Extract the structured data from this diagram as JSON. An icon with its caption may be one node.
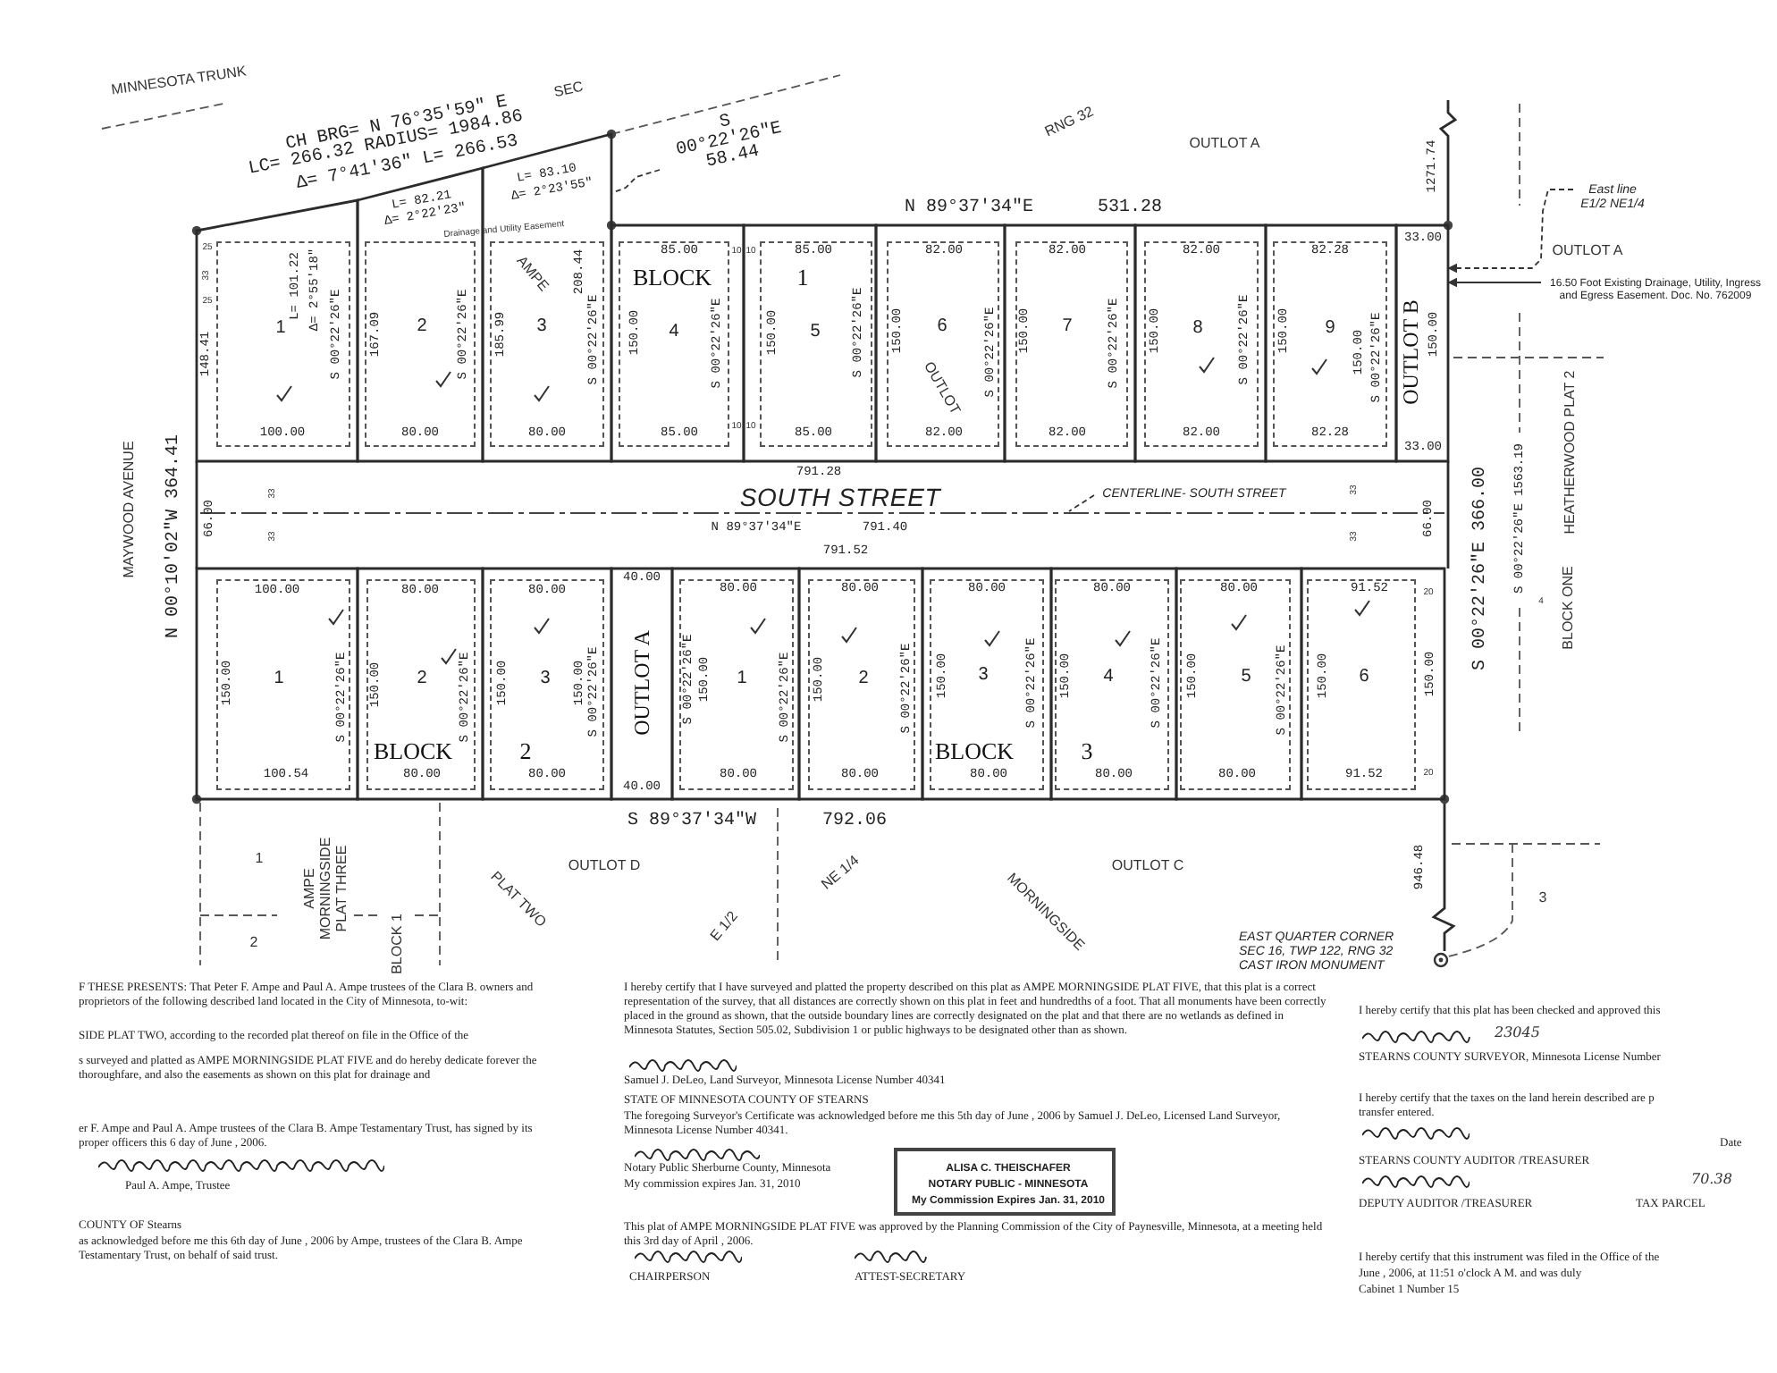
{
  "diagram": {
    "nodes": [
      {
        "text": [
          "1",
          "L= 101.22",
          "Δ= 2°55'18\"",
          "148.41",
          "S 00°22'26\"E",
          "100.00"
        ]
      },
      {
        "text": [
          "2",
          "167.09",
          "S 00°22'26\"E",
          "80.00"
        ]
      },
      {
        "text": [
          "3",
          "185.99",
          "208.44",
          "S 00°22'26\"E",
          "80.00"
        ]
      },
      {
        "text": [
          "85.00",
          "BLOCK",
          "4",
          "150.00",
          "S 00°22'26\"E",
          "85.00"
        ]
      },
      {
        "text": [
          "85.00",
          "1",
          "5",
          "150.00",
          "S 00°22'26\"E",
          "85.00"
        ]
      },
      {
        "text": [
          "82.00",
          "6",
          "150.00",
          "OUTLOT",
          "S 00°22'26\"E",
          "82.00"
        ]
      },
      {
        "text": [
          "82.00",
          "7",
          "150.00",
          "S 00°22'26\"E",
          "82.00"
        ]
      },
      {
        "text": [
          "82.00",
          "8",
          "150.00",
          "S 00°22'26\"E",
          "82.00"
        ]
      },
      {
        "text": [
          "82.28",
          "9",
          "150.00",
          "150.00",
          "S 00°22'26\"E",
          "82.28"
        ]
      },
      {
        "text": [
          "33.00",
          "OUTLOT B",
          "150.00",
          "33.00"
        ]
      },
      {
        "text": [
          "100.00",
          "1",
          "150.00",
          "S 00°22'26\"E",
          "100.54"
        ]
      },
      {
        "text": [
          "80.00",
          "2",
          "150.00",
          "S 00°22'26\"E",
          "BLOCK",
          "80.00"
        ]
      },
      {
        "text": [
          "80.00",
          "3",
          "150.00",
          "150.00",
          "S 00°22'26\"E",
          "2",
          "80.00"
        ]
      },
      {
        "text": [
          "40.00",
          "OUTLOT A",
          "40.00"
        ]
      },
      {
        "text": [
          "80.00",
          "S 00°22'26\"E",
          "150.00",
          "1",
          "S 00°22'26\"E",
          "80.00"
        ]
      },
      {
        "text": [
          "80.00",
          "150.00",
          "2",
          "S 00°22'26\"E",
          "80.00"
        ]
      },
      {
        "text": [
          "80.00",
          "150.00",
          "3",
          "S 00°22'26\"E",
          "BLOCK",
          "80.00"
        ]
      },
      {
        "text": [
          "80.00",
          "150.00",
          "4",
          "S 00°22'26\"E",
          "3",
          "80.00"
        ]
      },
      {
        "text": [
          "80.00",
          "150.00",
          "5",
          "S 00°22'26\"E",
          "80.00"
        ]
      },
      {
        "text": [
          "91.52",
          "150.00",
          "6",
          "150.00",
          "91.52"
        ]
      },
      {
        "text": [
          "CENTERLINE- SOUTH STREET"
        ]
      },
      {
        "text": [
          "East line E1/2 NE1/4"
        ]
      },
      {
        "text": [
          "16.50 Foot Existing Drainage, Utility, Ingress and Egress Easement. Doc. No. 762009"
        ]
      },
      {
        "text": [
          "S 00°22'26\"E 58.44"
        ]
      },
      {
        "text": [
          "ALISA C. THEISCHAFER",
          "NOTARY PUBLIC - MINNESOTA",
          "My Commission Expires Jan. 31, 2010"
        ]
      }
    ],
    "edges": [
      {
        "from": 20,
        "to": null,
        "arrow": "none",
        "style": "dashed"
      },
      {
        "from": 21,
        "to": 9,
        "arrow": "to",
        "style": "dashed"
      },
      {
        "from": 22,
        "to": 9,
        "arrow": "to"
      },
      {
        "from": 23,
        "to": 2,
        "arrow": "none",
        "style": "dashed"
      }
    ],
    "labels": [
      "MINNESOTA TRUNK",
      "SEC",
      "CH BRG= N 76°35'59\" E",
      "LC= 266.32 RADIUS= 1984.86",
      "Δ= 7°41'36\" L= 266.53",
      "L= 82.21",
      "Δ= 2°22'23\"",
      "Drainage and Utility Easement",
      "L= 83.10",
      "Δ= 2°23'55\"",
      "AMPE",
      "25",
      "33",
      "25",
      "10",
      "10",
      "10",
      "10",
      "RNG 32",
      "OUTLOT A",
      "N 89°37'34\"E",
      "531.28",
      "1271.74",
      "OUTLOT A",
      "791.28",
      "SOUTH STREET",
      "N 89°37'34\"E",
      "791.40",
      "791.52",
      "66.00",
      "33",
      "33",
      "33",
      "33",
      "66.00",
      "MAYWOOD AVENUE",
      "N 00°10'02\"W 364.41",
      "S 00°22'26\"E 366.00",
      "S 00°22'26\"E 1563.19",
      "HEATHERWOOD PLAT 2",
      "4",
      "BLOCK ONE",
      "20",
      "20",
      "S 89°37'34\"W",
      "792.06",
      "1",
      "AMPE MORNINGSIDE PLAT THREE",
      "PLAT TWO",
      "OUTLOT D",
      "NE 1/4",
      "OUTLOT C",
      "3",
      "946.48",
      "E 1/2",
      "MORNINGSIDE",
      "2",
      "BLOCK 1",
      "EAST QUARTER CORNER SEC 16, TWP 122, RNG 32 CAST IRON MONUMENT",
      "F THESE PRESENTS: That Peter F. Ampe and Paul A. Ampe trustees of the Clara B. owners and proprietors of the following described land located in the City of Minnesota, to-wit:",
      "SIDE PLAT TWO, according to the recorded plat thereof on file in the Office of the",
      "s surveyed and platted as AMPE MORNINGSIDE PLAT FIVE and do hereby dedicate forever the thoroughfare, and also the easements as shown on this plat for drainage and",
      "er F. Ampe and Paul A. Ampe trustees of the Clara B. Ampe Testamentary Trust, has signed by its proper officers this 6 day of June , 2006.",
      "Paul A. Ampe, Trustee",
      "COUNTY OF Stearns",
      "as acknowledged before me this 6th day of June , 2006 by Ampe, trustees of the Clara B. Ampe Testamentary Trust, on behalf of said trust.",
      "I hereby certify that I have surveyed and platted the property described on this plat as AMPE MORNINGSIDE PLAT FIVE, that this plat is a correct representation of the survey, that all distances are correctly shown on this plat in feet and hundredths of a foot. That all monuments have been correctly placed in the ground as shown, that the outside boundary lines are correctly designated on the plat and that there are no wetlands as defined in Minnesota Statutes, Section 505.02, Subdivision 1 or public highways to be designated other than as shown.",
      "Samuel J. DeLeo, Land Surveyor, Minnesota License Number 40341",
      "STATE OF MINNESOTA COUNTY OF STEARNS",
      "The foregoing Surveyor's Certificate was acknowledged before me this 5th day of June , 2006 by Samuel J. DeLeo, Licensed Land Surveyor, Minnesota License Number 40341.",
      "Notary Public Sherburne County, Minnesota",
      "My commission expires Jan. 31, 2010",
      "This plat of AMPE MORNINGSIDE PLAT FIVE was approved by the Planning Commission of the City of Paynesville, Minnesota, at a meeting held this 3rd day of April , 2006.",
      "CHAIRPERSON",
      "ATTEST-SECRETARY",
      "I hereby certify that this plat has been checked and approved this",
      "23045",
      "STEARNS COUNTY SURVEYOR, Minnesota License Number",
      "I hereby certify that the taxes on the land herein described are p",
      "transfer entered.",
      "Date",
      "STEARNS COUNTY AUDITOR /TREASURER",
      "70.38",
      "DEPUTY AUDITOR /TREASURER",
      "TAX PARCEL",
      "I hereby certify that this instrument was filed in the Office of the",
      "June , 2006, at 11:51 o'clock A M. and was duly",
      "Cabinet 1 Number 15"
    ]
  }
}
